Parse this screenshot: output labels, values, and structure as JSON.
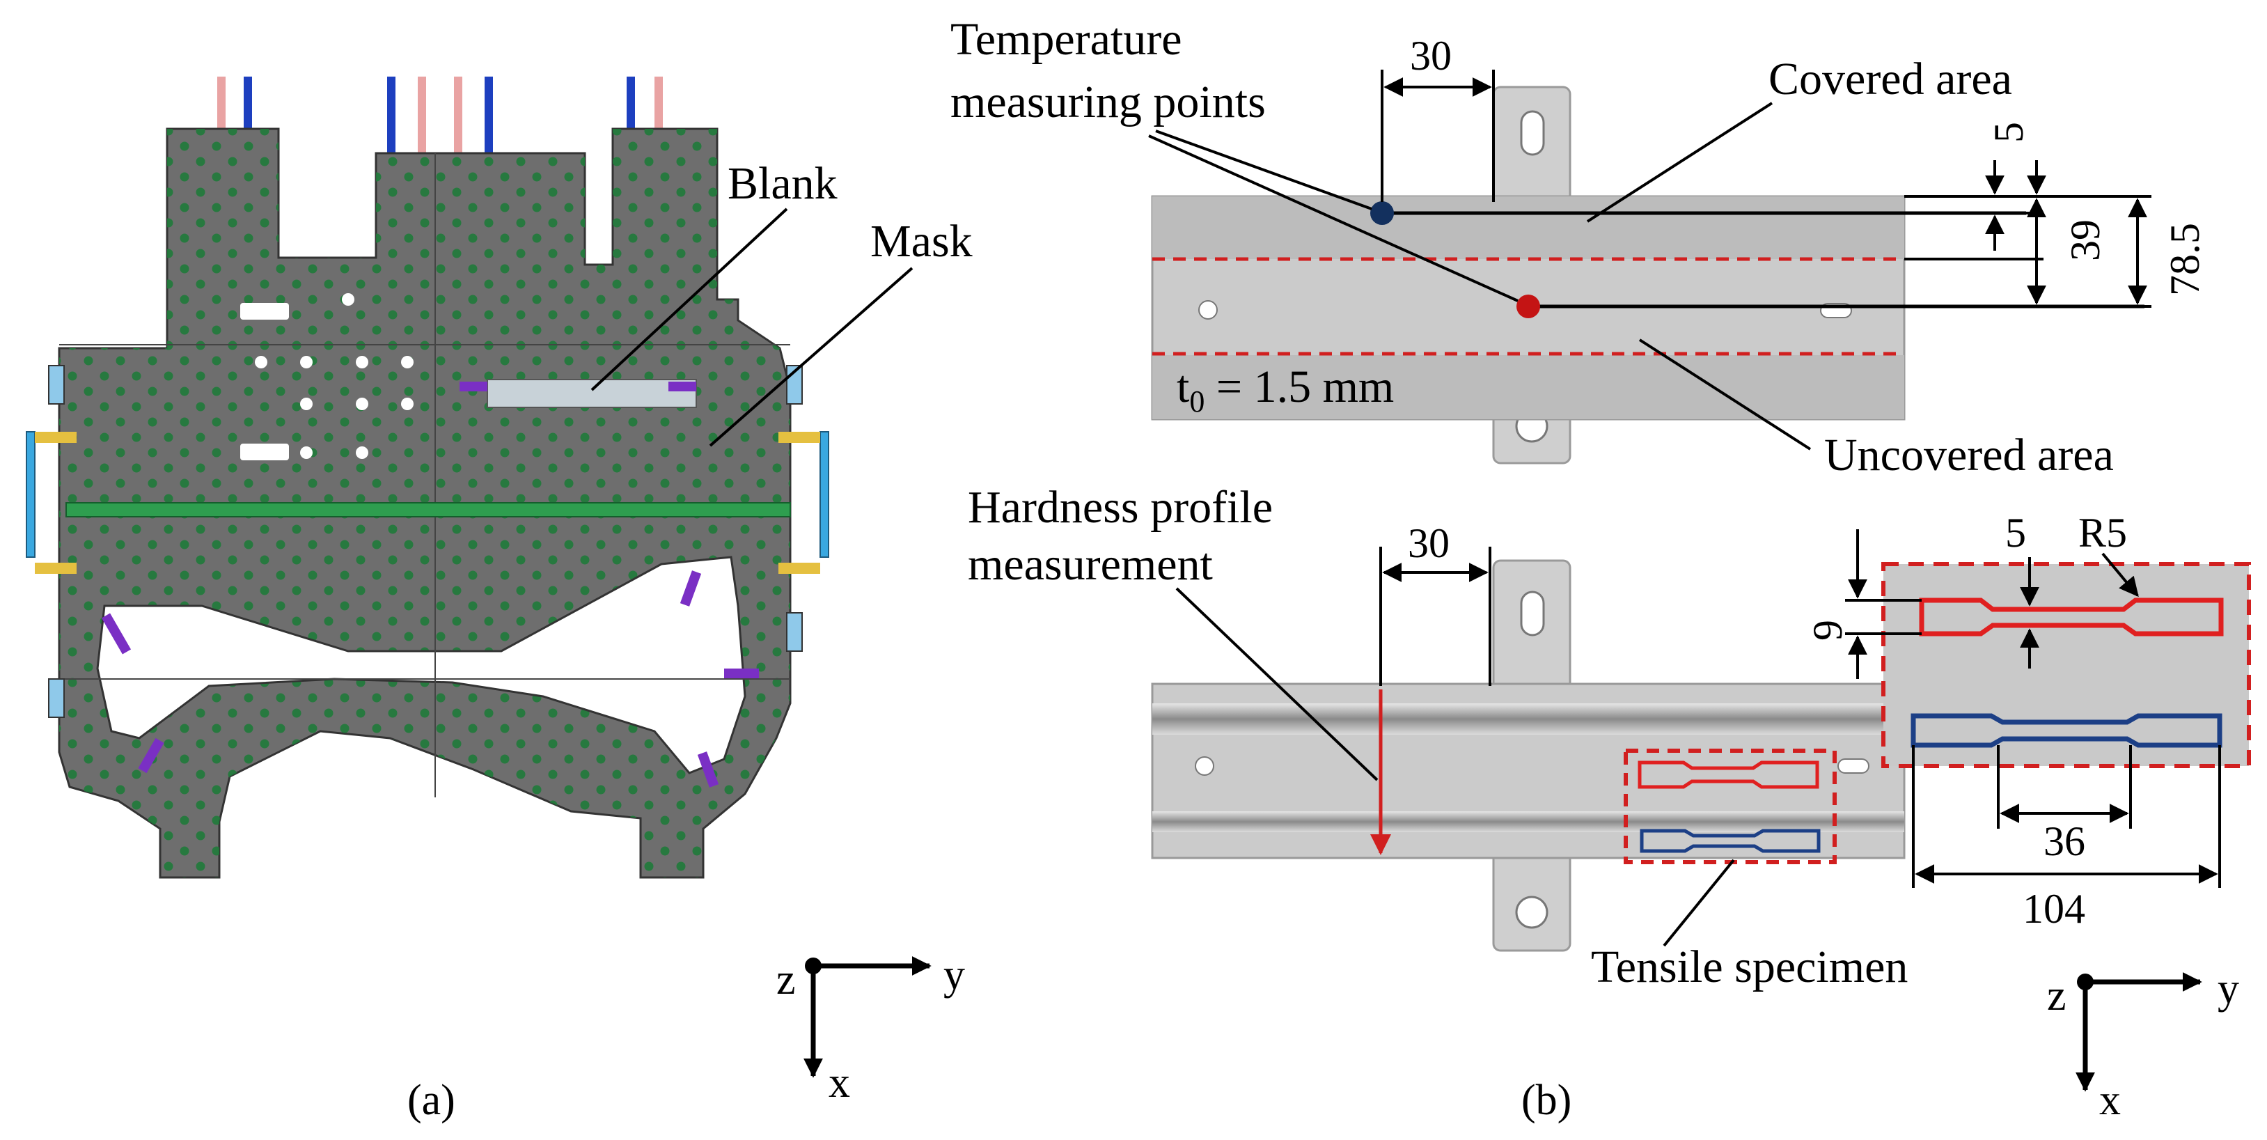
{
  "panel_a": {
    "caption": "(a)",
    "labels": {
      "blank": "Blank",
      "mask": "Mask"
    },
    "axes": {
      "z": "z",
      "y": "y",
      "x": "x"
    }
  },
  "panel_b": {
    "caption": "(b)",
    "top": {
      "temperature_line1": "Temperature",
      "temperature_line2": "measuring points",
      "covered": "Covered area",
      "uncovered": "Uncovered area",
      "thickness_prefix": "t",
      "thickness_sub": "0",
      "thickness_suffix": " = 1.5 mm",
      "dim_30": "30",
      "dim_5": "5",
      "dim_39": "39",
      "dim_785": "78.5"
    },
    "bottom": {
      "hardness_line1": "Hardness profile",
      "hardness_line2": "measurement",
      "tensile": "Tensile specimen",
      "dim_30": "30",
      "dim_5": "5",
      "dim_r5": "R5",
      "dim_9": "9",
      "dim_36": "36",
      "dim_104": "104"
    },
    "axes": {
      "z": "z",
      "y": "y",
      "x": "x"
    }
  },
  "colors": {
    "mask_gray": "#6e6e6e",
    "green_dots": "#1f7a3a",
    "sheet_gray": "#c8c8c8",
    "dash_red": "#d11f1f",
    "specimen_red": "#e02020",
    "specimen_blue": "#1c3f86",
    "point_blue": "#13305e",
    "point_red": "#c41414"
  }
}
